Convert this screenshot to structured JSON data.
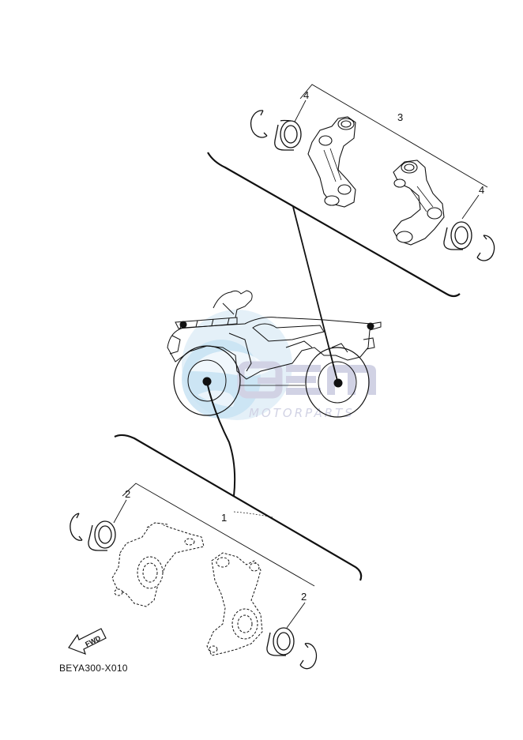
{
  "diagram": {
    "callouts": {
      "rear_assembly": "3",
      "rear_bearing_left": "4",
      "rear_bearing_right": "4",
      "front_assembly": "1",
      "front_bearing_left": "2",
      "front_bearing_right": "2"
    },
    "diagram_code": "BEYA300-X010",
    "fwd_label": "FWD"
  },
  "watermark": {
    "logo_text": "MOTORPARTS",
    "color": "#c9cbe0"
  }
}
